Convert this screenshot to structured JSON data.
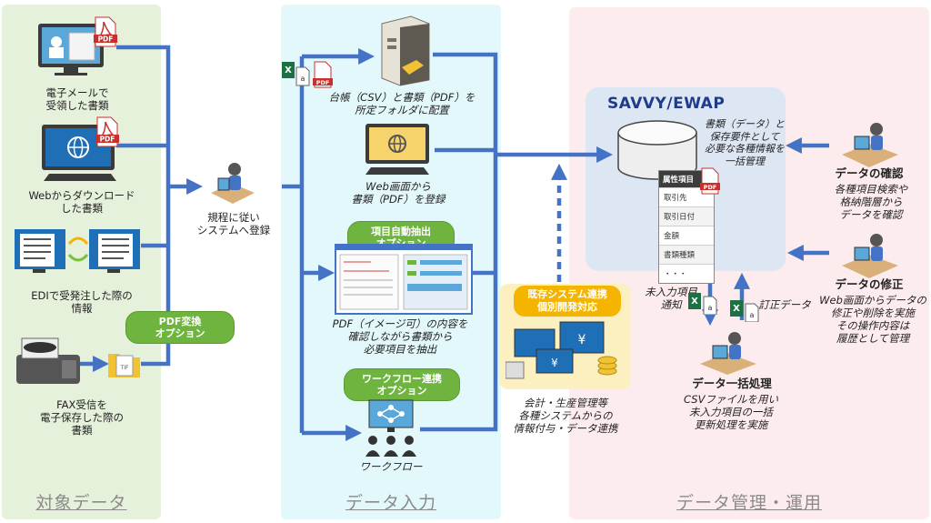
{
  "panels": {
    "left_title": "対象データ",
    "mid_title": "データ入力",
    "right_title": "データ管理・運用"
  },
  "left": {
    "email": "電子メールで\n受領した書類",
    "web_download": "Webからダウンロード\nした書類",
    "edi": "EDIで受発注した際の\n情報",
    "fax": "FAX受信を\n電子保存した際の\n書類",
    "pdf_option": "PDF変換\nオプション",
    "tif_label": "TIF",
    "register": "規程に従い\nシステムへ登録"
  },
  "mid": {
    "folder": "台帳（CSV）と書類（PDF）を\n所定フォルダに配置",
    "web_register": "Web画面から\n書類（PDF）を登録",
    "auto_extract_option": "項目自動抽出\nオプション",
    "extract_desc": "PDF（イメージ可）の内容を\n確認しながら書類から\n必要項目を抽出",
    "workflow_option": "ワークフロー連携\nオプション",
    "workflow": "ワークフロー"
  },
  "system": {
    "pill": "既存システム連携\n個別開発対応",
    "desc": "会計・生産管理等\n各種システムからの\n情報付与・データ連携"
  },
  "right": {
    "logo": "SAVVY/EWAP",
    "manage_desc": "書類（データ）と\n保存要件として\n必要な各種情報を\n一括管理",
    "attr_header": "属性項目",
    "attr_items": [
      "取引先",
      "取引日付",
      "金額",
      "書類種類",
      "・・・"
    ],
    "confirm_title": "データの確認",
    "confirm_desc": "各種項目検索や\n格納階層から\nデータを確認",
    "modify_title": "データの修正",
    "modify_desc": "Web画面からデータの\n修正や削除を実施\nその操作内容は\n履歴として管理",
    "unentered": "未入力項目\n通知",
    "corrected": "訂正データ",
    "batch_title": "データ一括処理",
    "batch_desc": "CSVファイルを用い\n未入力項目の一括\n更新処理を実施"
  },
  "badges": {
    "pdf": "PDF",
    "xls": "X",
    "attachment": "a"
  },
  "colors": {
    "arrow": "#4472c4",
    "green": "#6fb43f",
    "gold": "#f4b400"
  }
}
